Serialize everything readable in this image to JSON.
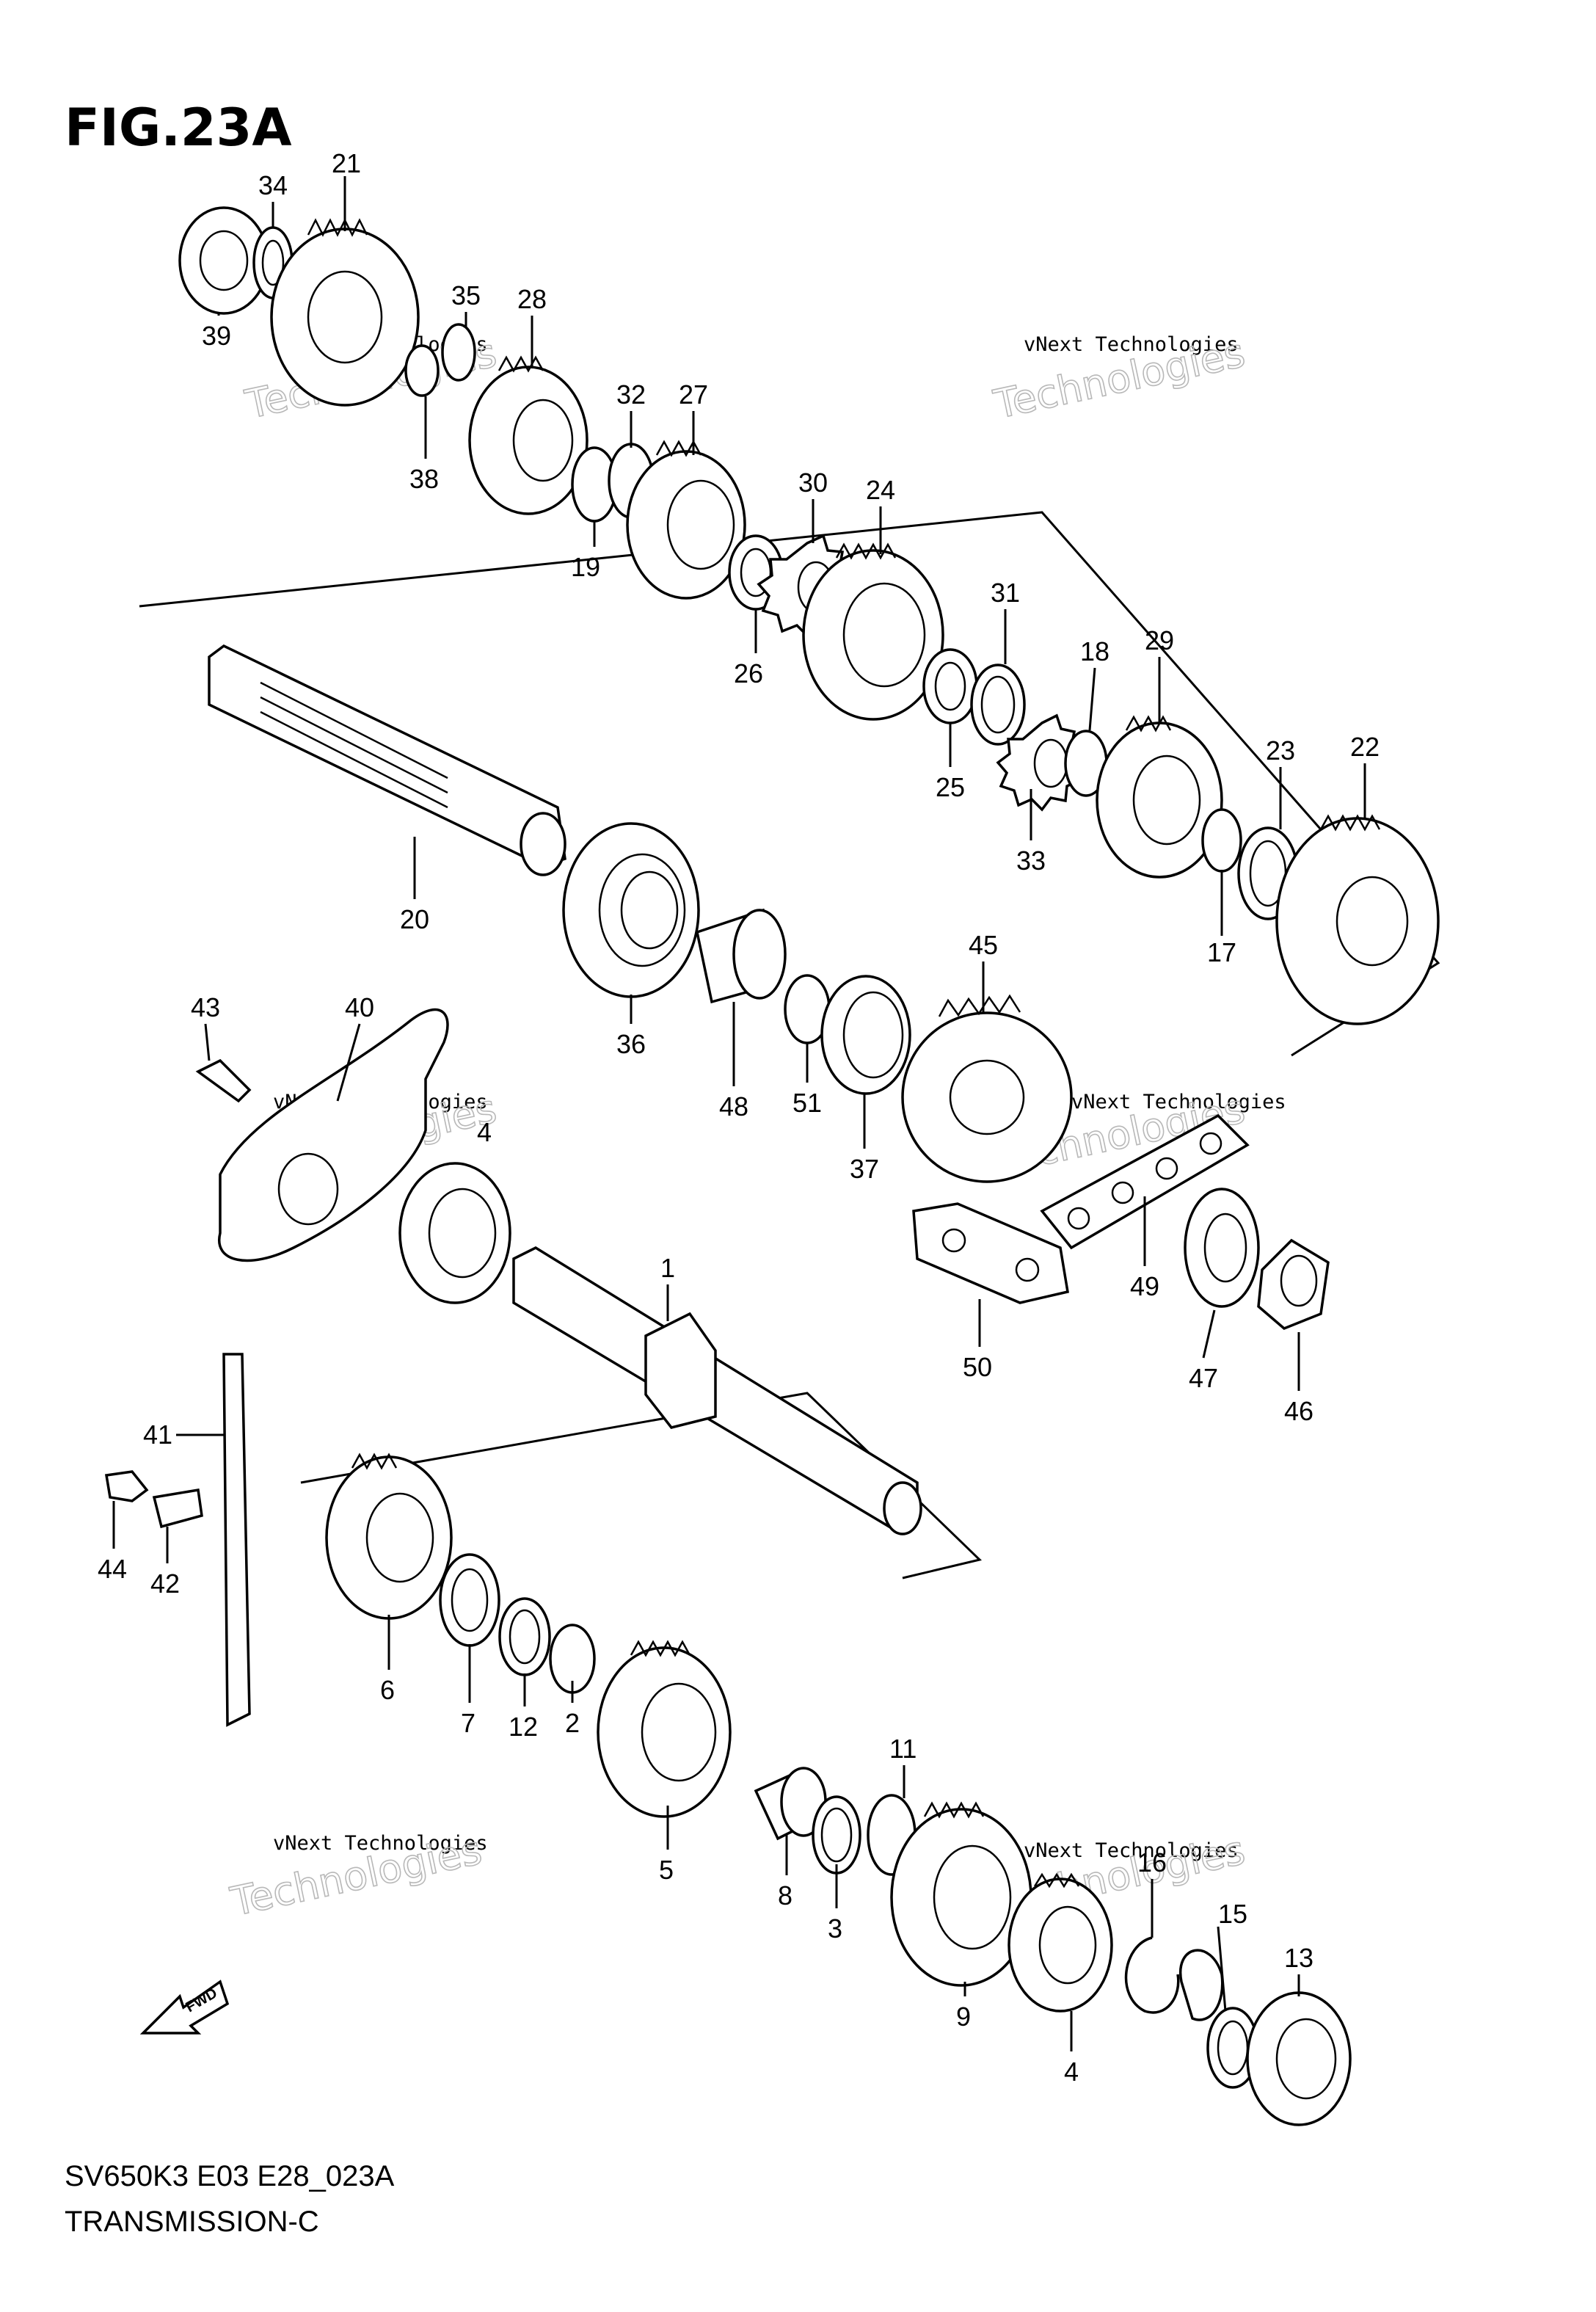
{
  "figure": {
    "title": "FIG.23A",
    "code": "SV650K3 E03 E28_023A",
    "name": "TRANSMISSION-C",
    "fwd_label": "FWD",
    "fwd_icon": "fwd-arrow-icon"
  },
  "watermark": {
    "line1": "vNext Technologies",
    "line2": "Technologies"
  },
  "callouts": [
    "1",
    "2",
    "3",
    "4",
    "5",
    "6",
    "7",
    "8",
    "9",
    "11",
    "12",
    "13",
    "4",
    "15",
    "16",
    "17",
    "18",
    "19",
    "20",
    "21",
    "22",
    "23",
    "24",
    "25",
    "26",
    "27",
    "28",
    "29",
    "30",
    "31",
    "32",
    "33",
    "34",
    "35",
    "36",
    "37",
    "38",
    "39",
    "40",
    "41",
    "42",
    "43",
    "44",
    "45",
    "46",
    "47",
    "48",
    "49",
    "50",
    "51"
  ]
}
